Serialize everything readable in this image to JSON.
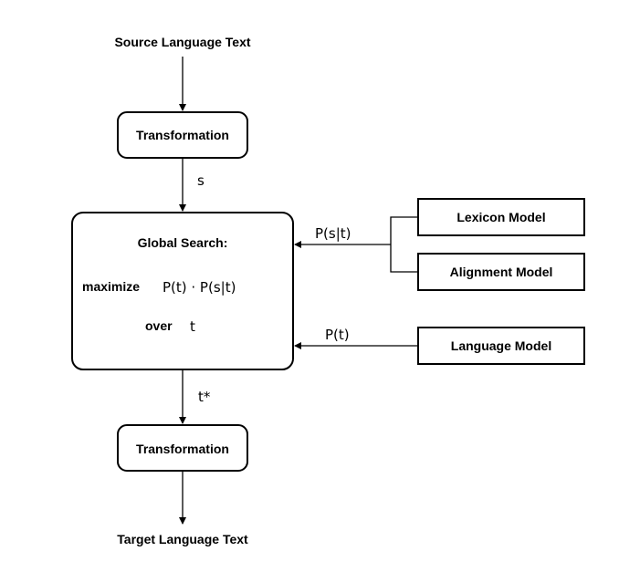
{
  "source_label": "Source Language Text",
  "target_label": "Target Language Text",
  "transform_top": "Transformation",
  "transform_bottom": "Transformation",
  "edge_s": "s",
  "edge_tstar": "t*",
  "edge_pst": "P(s|t)",
  "edge_pt": "P(t)",
  "global_search": {
    "title": "Global Search:",
    "maximize": "maximize",
    "formula": "P(t) · P(s|t)",
    "over": "over",
    "var": "t"
  },
  "models": {
    "lexicon": "Lexicon Model",
    "alignment": "Alignment Model",
    "language": "Language Model"
  }
}
